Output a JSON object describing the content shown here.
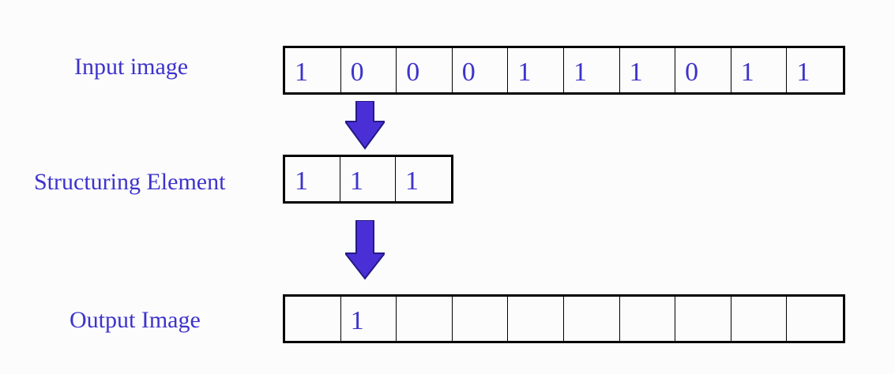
{
  "labels": {
    "input": "Input image",
    "structuring": "Structuring Element",
    "output": "Output Image"
  },
  "input_image": {
    "cells": [
      "1",
      "0",
      "0",
      "0",
      "1",
      "1",
      "1",
      "0",
      "1",
      "1"
    ]
  },
  "structuring_element": {
    "cells": [
      "1",
      "1",
      "1"
    ]
  },
  "output_image": {
    "cells": [
      "",
      "1",
      "",
      "",
      "",
      "",
      "",
      "",
      "",
      ""
    ]
  },
  "colors": {
    "text": "#3d33cc",
    "arrow": "#4b2fd6",
    "border": "#000000",
    "background": "#fcfcfc"
  },
  "icons": {
    "arrow1": "down-arrow-icon",
    "arrow2": "down-arrow-icon"
  }
}
